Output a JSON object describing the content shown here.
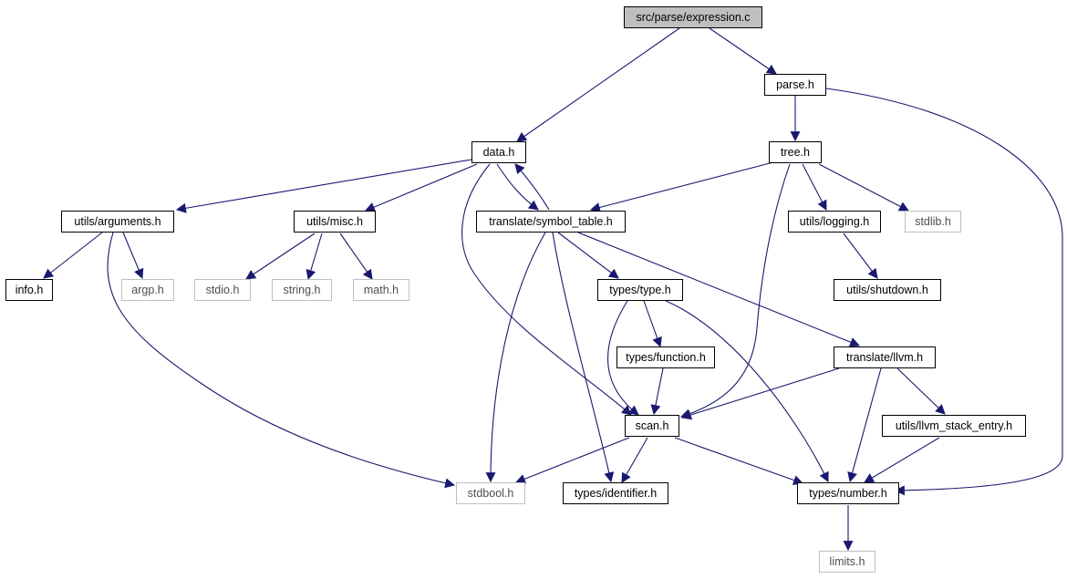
{
  "diagram": {
    "nodes": {
      "expression_c": "src/parse/expression.c",
      "parse_h": "parse.h",
      "data_h": "data.h",
      "tree_h": "tree.h",
      "arguments_h": "utils/arguments.h",
      "misc_h": "utils/misc.h",
      "symbol_table_h": "translate/symbol_table.h",
      "logging_h": "utils/logging.h",
      "stdlib_h": "stdlib.h",
      "info_h": "info.h",
      "argp_h": "argp.h",
      "stdio_h": "stdio.h",
      "string_h": "string.h",
      "math_h": "math.h",
      "type_h": "types/type.h",
      "shutdown_h": "utils/shutdown.h",
      "function_h": "types/function.h",
      "llvm_h": "translate/llvm.h",
      "scan_h": "scan.h",
      "llvm_stack_entry_h": "utils/llvm_stack_entry.h",
      "stdbool_h": "stdbool.h",
      "identifier_h": "types/identifier.h",
      "number_h": "types/number.h",
      "limits_h": "limits.h"
    },
    "colors": {
      "edge": "#191970",
      "node_border": "#000000",
      "system_node_border": "#bfbfbf",
      "root_fill": "#bfbfbf",
      "system_text": "#4d4d4d"
    }
  }
}
